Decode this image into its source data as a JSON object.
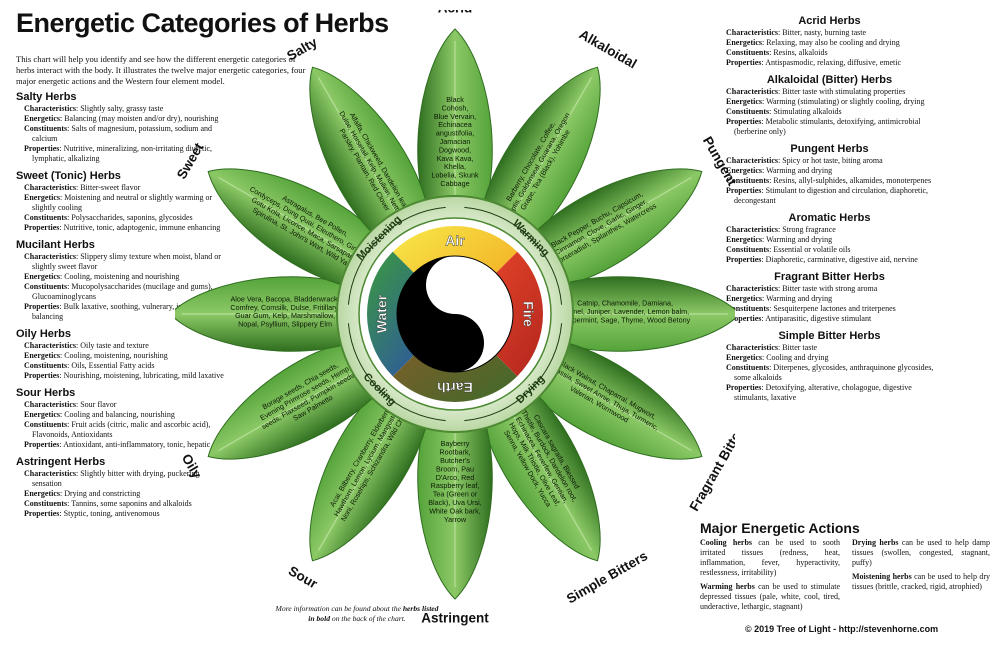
{
  "title": "Energetic Categories of Herbs",
  "intro": "This chart will help you identify and see how the different energetic categories of herbs interact with the body. It illustrates the twelve major energetic categories, four major energetic actions and the Western four element model.",
  "left_sections": [
    {
      "heading": "Salty Herbs",
      "rows": [
        {
          "label": "Characteristics",
          "text": ": Slightly salty, grassy taste"
        },
        {
          "label": "Energetics",
          "text": ": Balancing (may moisten and/or dry), nourishing"
        },
        {
          "label": "Constituents",
          "text": ": Salts of magnesium, potassium, sodium and calcium"
        },
        {
          "label": "Properties",
          "text": ": Nutritive, mineralizing, non-irritating diuretic, lymphatic, alkalizing"
        }
      ]
    },
    {
      "heading": "Sweet (Tonic) Herbs",
      "rows": [
        {
          "label": "Characteristics",
          "text": ": Bitter-sweet flavor"
        },
        {
          "label": "Energetics",
          "text": ": Moistening and neutral or slightly warming or slightly cooling"
        },
        {
          "label": "Constituents",
          "text": ": Polysaccharides, saponins, glycosides"
        },
        {
          "label": "Properties",
          "text": ": Nutritive, tonic, adaptogenic, immune enhancing"
        }
      ]
    },
    {
      "heading": "Mucilant Herbs",
      "rows": [
        {
          "label": "Characteristics",
          "text": ": Slippery slimy texture when moist, bland or slightly sweet flavor"
        },
        {
          "label": "Energetics",
          "text": ": Cooling, moistening and nourishing"
        },
        {
          "label": "Constituents",
          "text": ": Mucopolysaccharides (mucilage and gums), Glucoaminoglycans"
        },
        {
          "label": "Properties",
          "text": ": Bulk laxative, soothing, vulnerary, immune balancing"
        }
      ]
    },
    {
      "heading": "Oily Herbs",
      "rows": [
        {
          "label": "Characteristics",
          "text": ": Oily taste and texture"
        },
        {
          "label": "Energetics",
          "text": ": Cooling, moistening, nourishing"
        },
        {
          "label": "Constituents",
          "text": ": Oils, Essential Fatty acids"
        },
        {
          "label": "Properties",
          "text": ": Nourishing, moistening, lubricating, mild laxative"
        }
      ]
    },
    {
      "heading": "Sour Herbs",
      "rows": [
        {
          "label": "Characteristics",
          "text": ": Sour flavor"
        },
        {
          "label": "Energetics",
          "text": ": Cooling and balancing, nourishing"
        },
        {
          "label": "Constituents",
          "text": ": Fruit acids (citric, malic and ascorbic acid), Flavonoids, Antioxidants"
        },
        {
          "label": "Properties",
          "text": ": Antioxidant, anti-inflammatory, tonic, hepatic"
        }
      ]
    },
    {
      "heading": "Astringent Herbs",
      "rows": [
        {
          "label": "Characteristics",
          "text": ": Slightly bitter with drying, puckering sensation"
        },
        {
          "label": "Energetics",
          "text": ": Drying and constricting"
        },
        {
          "label": "Constituents",
          "text": ": Tannins, some saponins and alkaloids"
        },
        {
          "label": "Properties",
          "text": ": Styptic, toning, antivenomous"
        }
      ]
    }
  ],
  "right_sections": [
    {
      "heading": "Acrid Herbs",
      "rows": [
        {
          "label": "Characteristics",
          "text": ": Bitter, nasty, burning taste"
        },
        {
          "label": "Energetics",
          "text": ": Relaxing, may also be cooling and drying"
        },
        {
          "label": "Constituents",
          "text": ": Resins, alkaloids"
        },
        {
          "label": "Properties",
          "text": ": Antispasmodic, relaxing, diffusive, emetic"
        }
      ]
    },
    {
      "heading": "Alkaloidal (Bitter) Herbs",
      "rows": [
        {
          "label": "Characteristics",
          "text": ": Bitter taste with stimulating properties"
        },
        {
          "label": "Energetics",
          "text": ": Warming (stimulating) or slightly cooling, drying"
        },
        {
          "label": "Constituents",
          "text": ": Stimulating alkaloids"
        },
        {
          "label": "Properties",
          "text": ": Metabolic stimulants, detoxifying, antimicrobial (berberine only)"
        }
      ]
    },
    {
      "heading": "Pungent Herbs",
      "rows": [
        {
          "label": "Characteristics",
          "text": ": Spicy or hot taste, biting aroma"
        },
        {
          "label": "Energetics",
          "text": ": Warming and drying"
        },
        {
          "label": "Constituents",
          "text": ": Resins, allyl-sulphides, alkamides, monoterpenes"
        },
        {
          "label": "Properties",
          "text": ": Stimulant to digestion and circulation, diaphoretic, decongestant"
        }
      ]
    },
    {
      "heading": "Aromatic Herbs",
      "rows": [
        {
          "label": "Characteristics",
          "text": ": Strong fragrance"
        },
        {
          "label": "Energetics",
          "text": ": Warming and drying"
        },
        {
          "label": "Constituents",
          "text": ": Essential or volatile oils"
        },
        {
          "label": "Properties",
          "text": ": Diaphoretic, carminative, digestive aid, nervine"
        }
      ]
    },
    {
      "heading": "Fragrant Bitter Herbs",
      "rows": [
        {
          "label": "Characteristics",
          "text": ": Bitter taste with strong aroma"
        },
        {
          "label": "Energetics",
          "text": ": Warming and drying"
        },
        {
          "label": "Constituents",
          "text": ": Sesquiterpene lactones and triterpenes"
        },
        {
          "label": "Properties",
          "text": ": Antiparasitic, digestive stimulant"
        }
      ]
    },
    {
      "heading": "Simple Bitter Herbs",
      "rows": [
        {
          "label": "Characteristics",
          "text": ": Bitter taste"
        },
        {
          "label": "Energetics",
          "text": ": Cooling and drying"
        },
        {
          "label": "Constituents",
          "text": ": Diterpenes, glycosides, anthraquinone glycosides, some alkaloids"
        },
        {
          "label": "Properties",
          "text": ": Detoxifying, alterative, cholagogue, digestive stimulants, laxative"
        }
      ]
    }
  ],
  "actions": {
    "heading": "Major Energetic Actions",
    "items": [
      {
        "label": "Cooling herbs",
        "text": " can be used to sooth irritated tissues (redness, heat, inflammation, fever, hyperactivity, restlessness, irritability)"
      },
      {
        "label": "Warming herbs",
        "text": " can be used to stimulate depressed tissues (pale, white, cool, tired, underactive, lethargic, stagnant)"
      },
      {
        "label": "Drying herbs",
        "text": " can be used to help damp tissues (swollen, congested, stagnant, puffy)"
      },
      {
        "label": "Moistening herbs",
        "text": " can be used to help dry tissues (brittle, cracked, rigid, atrophied)"
      }
    ]
  },
  "footnote": {
    "pre": "More information can be found about the ",
    "bold": "herbs listed in bold",
    "post": " on the back of the chart."
  },
  "credit": "© 2019 Tree of Light - http://stevenhorne.com",
  "wheel": {
    "elements": [
      "Air",
      "Fire",
      "Earth",
      "Water"
    ],
    "actions": [
      "Warming",
      "Drying",
      "Cooling",
      "Moistening"
    ],
    "categories": [
      {
        "name": "Acrid",
        "herbs": [
          "Black",
          "Cohosh,",
          "Blue Vervain,",
          "Echinacea",
          "angustifolia,",
          "Jamacian",
          "Dogwood,",
          "Kava Kava,",
          "Khella,",
          "Lobelia, Skunk",
          "Cabbage"
        ]
      },
      {
        "name": "Alkaloidal",
        "herbs": [
          "Barberry, Chocolate, Coffee,",
          "Coptis, Goldenseal, Guarana, Oregon",
          "Grape, Tea (Black), Yohimbe"
        ]
      },
      {
        "name": "Pungent",
        "herbs": [
          "Black Pepper, Buchu, Capsicum,",
          "Cinnamon, Clove, Garlic, Ginger,",
          "Horseradish, Spilanthes, Watercress"
        ]
      },
      {
        "name": "Aromatic",
        "herbs": [
          "Catnip, Chamomile, Damiana,",
          "Fennel, Juniper, Lavender, Lemon balm,",
          "Peppermint, Sage, Thyme, Wood Betony"
        ]
      },
      {
        "name": "Fragrant Bitters",
        "herbs": [
          "Black Walnut, Chaparral, Mugwort,",
          "Quassia, Sweet Annie, Thuja, Turmeric,",
          "Valerian, Wormwood"
        ]
      },
      {
        "name": "Simple Bitters",
        "herbs": [
          "Cascara sagrada, Blessed",
          "Thistle, Burdock, Dandelion root,",
          "Echinacea, Feverfew, Gentian,",
          "Hops, Milk Thistle, Olive Leaf,",
          "Senna, Yellow Dock, Yucca"
        ]
      },
      {
        "name": "Astringent",
        "herbs": [
          "Bayberry",
          "Rootbark,",
          "Butcher's",
          "Broom, Pau",
          "D'Arco, Red",
          "Raspberry leaf,",
          "Tea (Green or",
          "Black), Uva Ursi,",
          "White Oak bark,",
          "Yarrow"
        ]
      },
      {
        "name": "Sour",
        "herbs": [
          "Acai, Bilberry, Cranberry, Elderberry,",
          "Hawthorn, Lemon, Lycium, Mangosteen,",
          "Noni, Rosehips, Schizandra, Wild Cherry"
        ]
      },
      {
        "name": "Oily",
        "herbs": [
          "Borage seeds, Chia seeds,",
          "Evening Primrose seeds, Hemp",
          "seeds, Flaxseed, Pumpkin seeds,",
          "Saw Palmetto"
        ]
      },
      {
        "name": "Mucilant",
        "herbs": [
          "Aloe Vera, Bacopa, Bladderwrack,",
          "Comfrey, Comsilk, Dulse, Fritillary,",
          "Guar Gum, Kelp, Marshmallow,",
          "Nopal, Psyllium, Slippery Elm"
        ]
      },
      {
        "name": "Sweet",
        "herbs": [
          "Astragalus, Bee Pollen,",
          "Cordyceps, Dong Quai, Eleuthero, Ginseng,",
          "Gotu Kola, Licorice, Maca, Sarsaparilla,",
          "Spirulina, St. John's Wort, Wild Yam"
        ]
      },
      {
        "name": "Salty",
        "herbs": [
          "Alfalfa, Chickweed, Dandelion leaf,",
          "Dulse, Horsetail, Kelp, Mullein, Nettles,",
          "Parsley, Plantain, Red Clover"
        ]
      }
    ]
  },
  "colors": {
    "leaf": "#55a33a",
    "leaf_dark": "#2f6e1f",
    "leaf_light": "#8cc966",
    "ring": "#b9d7a3",
    "text": "#111111"
  }
}
